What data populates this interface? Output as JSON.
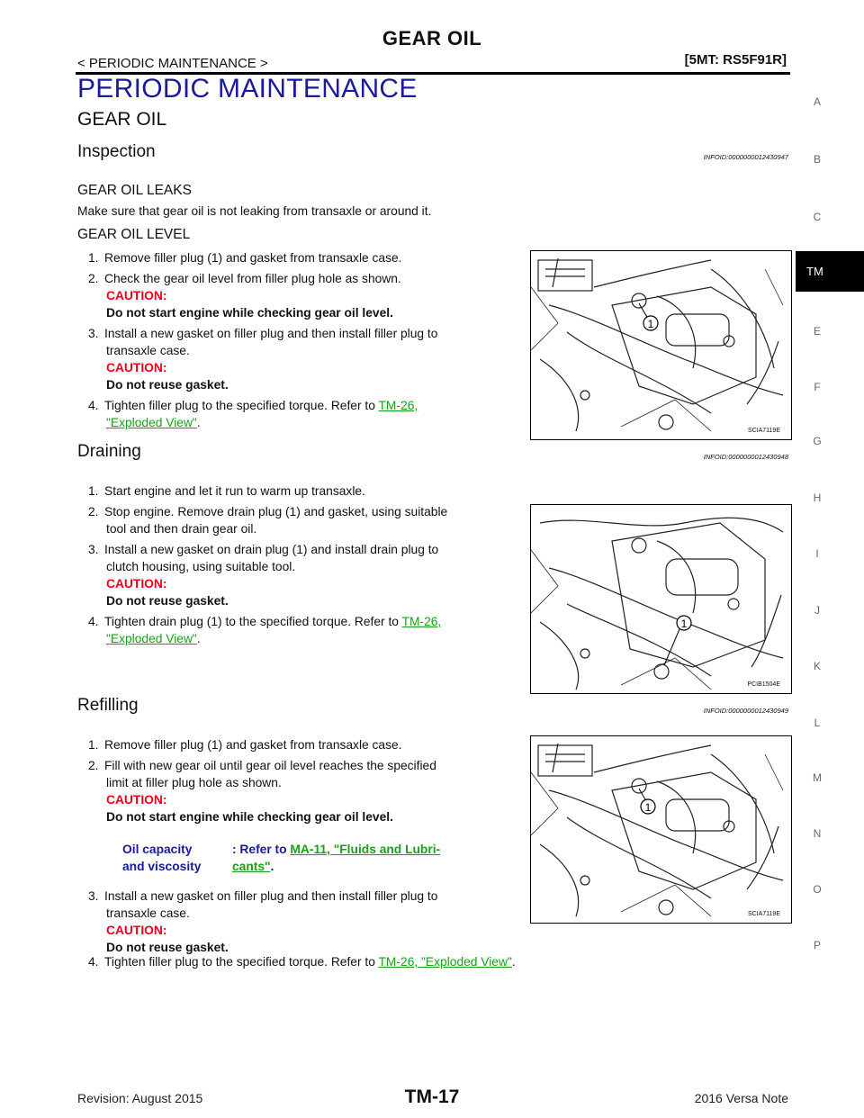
{
  "header": {
    "title": "GEAR OIL",
    "breadcrumb": "< PERIODIC MAINTENANCE >",
    "model": "[5MT: RS5F91R]"
  },
  "section_title": "PERIODIC MAINTENANCE",
  "subsection_title": "GEAR OIL",
  "inspection": {
    "heading": "Inspection",
    "infoid": "INFOID:0000000012430947",
    "leaks_heading": "GEAR OIL LEAKS",
    "leaks_text": "Make sure that gear oil is not leaking from transaxle or around it.",
    "level_heading": "GEAR OIL LEVEL",
    "step1": "Remove filler plug (1) and gasket from transaxle case.",
    "step2": "Check the gear oil level from filler plug hole as shown.",
    "step2_caution_label": "CAUTION:",
    "step2_caution": "Do not start engine while checking gear oil level.",
    "step3": "Install a new gasket on filler plug and then install filler plug to",
    "step3_cont": "transaxle case.",
    "step3_caution_label": "CAUTION:",
    "step3_caution": "Do not reuse gasket.",
    "step4": "Tighten filler plug to the specified torque. Refer to",
    "step4_link1": "TM-26,",
    "step4_link2": "\"Exploded View\"",
    "figure_id": "SCIA7119E",
    "callout": "1"
  },
  "draining": {
    "heading": "Draining",
    "infoid": "INFOID:0000000012430948",
    "step1": "Start engine and let it run to warm up transaxle.",
    "step2": "Stop engine. Remove drain plug (1) and gasket, using suitable",
    "step2_cont": "tool and then drain gear oil.",
    "step3": "Install a new gasket on drain plug (1) and install drain plug to",
    "step3_cont": "clutch housing, using suitable tool.",
    "step3_caution_label": "CAUTION:",
    "step3_caution": "Do not reuse gasket.",
    "step4": "Tighten drain plug (1) to the specified torque. Refer to",
    "step4_link1": "TM-26,",
    "step4_link2": "\"Exploded View\"",
    "figure_id": "PCIB1504E",
    "callout": "1"
  },
  "refilling": {
    "heading": "Refilling",
    "infoid": "INFOID:0000000012430949",
    "step1": "Remove filler plug (1) and gasket from transaxle case.",
    "step2": "Fill with new gear oil until gear oil level reaches the specified",
    "step2_cont": "limit at filler plug hole as shown.",
    "step2_caution_label": "CAUTION:",
    "step2_caution": "Do not start engine while checking gear oil level.",
    "oil_label_1": "Oil capacity",
    "oil_label_2": "and viscosity",
    "oil_refer": ": Refer to",
    "oil_link1": "MA-11, \"Fluids and Lubri-",
    "oil_link2": "cants\"",
    "step3": "Install a new gasket on filler plug and then install filler plug to",
    "step3_cont": "transaxle case.",
    "step3_caution_label": "CAUTION:",
    "step3_caution": "Do not reuse gasket.",
    "step4": "Tighten filler plug to the specified torque. Refer to",
    "step4_link": "TM-26, \"Exploded View\"",
    "figure_id": "SCIA7119E",
    "callout": "1"
  },
  "side_index": [
    "A",
    "B",
    "C",
    "TM",
    "E",
    "F",
    "G",
    "H",
    "I",
    "J",
    "K",
    "L",
    "M",
    "N",
    "O",
    "P"
  ],
  "footer": {
    "revision": "Revision: August 2015",
    "page": "TM-17",
    "model": "2016 Versa Note"
  }
}
